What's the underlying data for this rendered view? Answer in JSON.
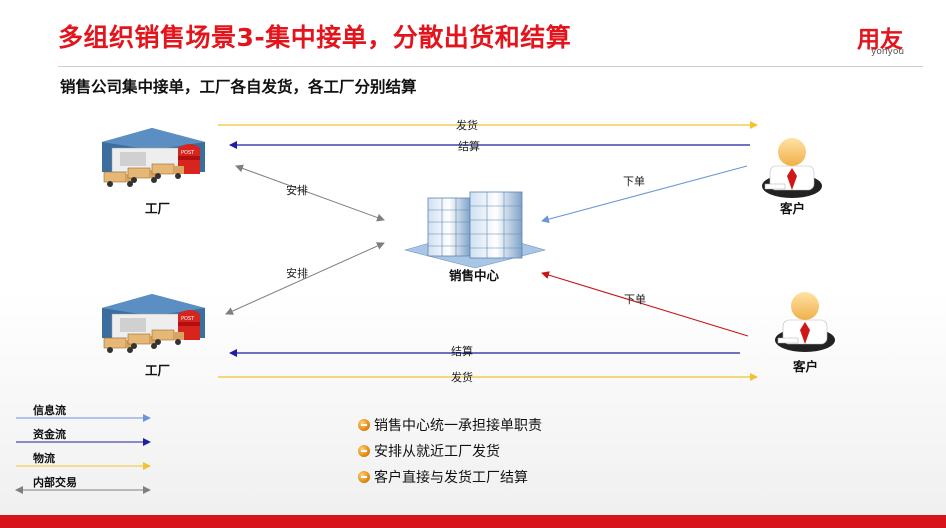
{
  "title": "多组织销售场景3-集中接单，分散出货和结算",
  "logo": {
    "main": "用友",
    "sub": "yonyou"
  },
  "subtitle": "销售公司集中接单，工厂各自发货，各工厂分别结算",
  "nodes": {
    "factory_top": "工厂",
    "factory_bottom": "工厂",
    "center": "销售中心",
    "customer_top": "客户",
    "customer_bottom": "客户"
  },
  "edges": {
    "ship_top": "发货",
    "settle_top": "结算",
    "order_top": "下单",
    "arrange_top": "安排",
    "arrange_bottom": "安排",
    "order_bottom": "下单",
    "settle_bottom": "结算",
    "ship_bottom": "发货"
  },
  "legend": [
    {
      "label": "信息流",
      "color": "#6a95d6"
    },
    {
      "label": "资金流",
      "color": "#1e1ea0"
    },
    {
      "label": "物流",
      "color": "#f2c230"
    },
    {
      "label": "内部交易",
      "color": "#7f7f7f"
    }
  ],
  "bullets": [
    "销售中心统一承担接单职责",
    "安排从就近工厂发货",
    "客户直接与发货工厂结算"
  ],
  "colors": {
    "brand_red": "#e3141b",
    "info_flow": "#6a95d6",
    "money_flow": "#1e1ea0",
    "logistics": "#f2c230",
    "internal": "#7f7f7f",
    "order_red": "#c8141b"
  }
}
